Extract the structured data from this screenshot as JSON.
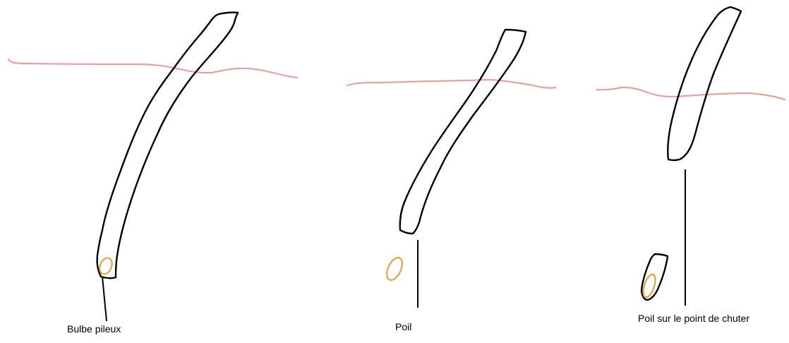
{
  "labels": {
    "hair_bulb": "Bulbe pileux",
    "hair": "Poil",
    "falling_hair": "Poil sur le point de chuter"
  },
  "colors": {
    "skin_line": "#e8a29c",
    "hair_outline": "#000000",
    "bulb": "#e6a13c",
    "pointer_line": "#000000"
  }
}
